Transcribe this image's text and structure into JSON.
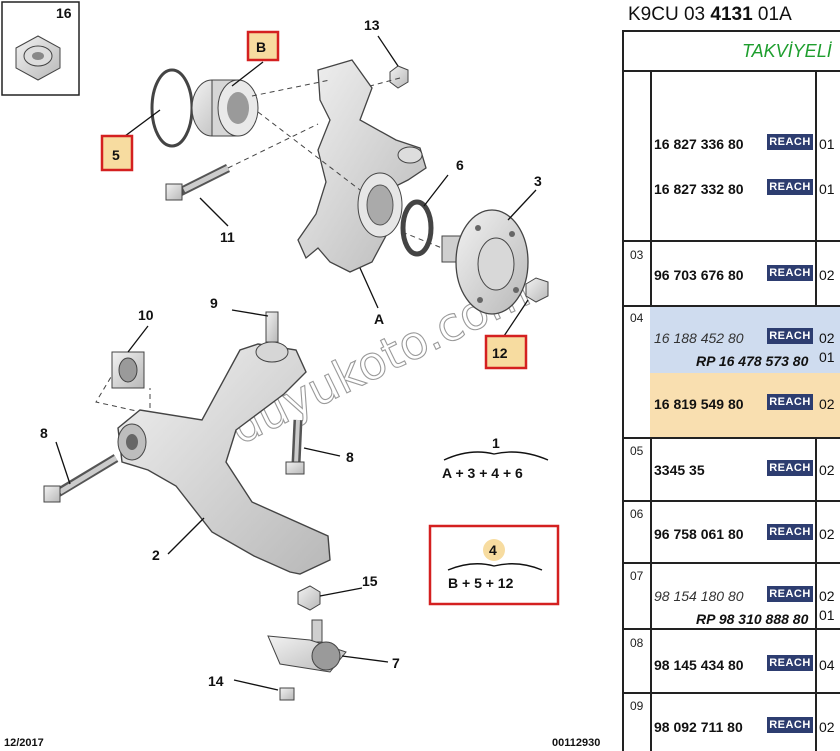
{
  "diagram": {
    "callouts": [
      "16",
      "B",
      "13",
      "5",
      "6",
      "3",
      "11",
      "A",
      "12",
      "9",
      "10",
      "8",
      "8",
      "1",
      "2",
      "15",
      "7",
      "14",
      "4"
    ],
    "formula_1": {
      "number": "1",
      "text": "A + 3 + 4 + 6"
    },
    "formula_4": {
      "number": "4",
      "text": "B + 5 + 12"
    },
    "date": "12/2017",
    "doc_number": "00112930",
    "watermark": "duyukoto.com",
    "highlight_color": "#d42020",
    "label_fill_color": "#f7dca0"
  },
  "panel": {
    "title_prefix": "K9CU 03 ",
    "title_bold": "4131",
    "title_suffix": " 01A",
    "subtitle": "TAKVİYELİ",
    "badge": "REACH",
    "rows": [
      {
        "group": "",
        "part": "16 827 336 80",
        "qty": "01"
      },
      {
        "group": "",
        "part": "16 827 332 80",
        "qty": "01"
      },
      {
        "group": "03",
        "part": "96 703 676 80",
        "qty": "02"
      },
      {
        "group": "04",
        "part": "16 188 452 80",
        "qty": "02",
        "rp": "RP 16 478 573 80",
        "rp_qty": "01"
      },
      {
        "group": "",
        "part": "16 819 549 80",
        "qty": "02"
      },
      {
        "group": "05",
        "part": "3345 35",
        "qty": "02"
      },
      {
        "group": "06",
        "part": "96 758 061 80",
        "qty": "02"
      },
      {
        "group": "07",
        "part": "98 154 180 80",
        "qty": "02",
        "rp": "RP 98 310 888 80",
        "rp_qty": "01"
      },
      {
        "group": "08",
        "part": "98 145 434 80",
        "qty": "04"
      },
      {
        "group": "09",
        "part": "98 092 711 80",
        "qty": "02"
      }
    ],
    "band_colors": {
      "superseded": "#cfdcef",
      "current": "#f9dfb0"
    }
  }
}
